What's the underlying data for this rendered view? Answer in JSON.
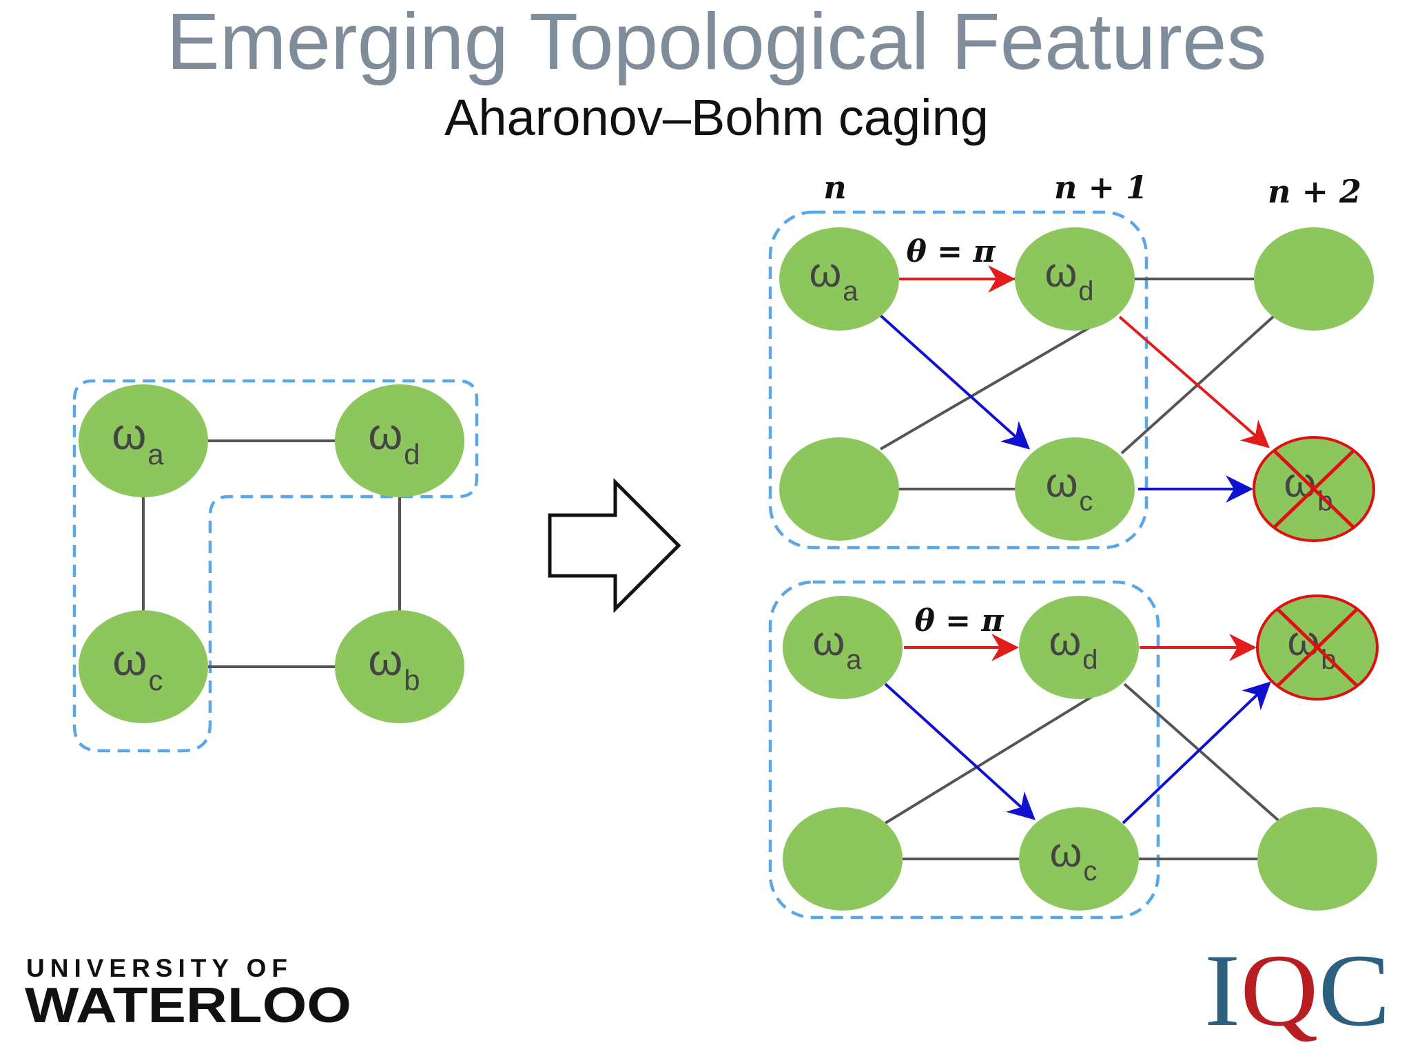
{
  "slide": {
    "title": "Emerging Topological Features",
    "subtitle": "Aharonov–Bohm caging"
  },
  "colors": {
    "title": "#7f8c99",
    "node_fill": "#8cc65d",
    "edge": "#555555",
    "dashed": "#5aa6e6",
    "red_arrow": "#e21b1b",
    "blue_arrow": "#1010d0",
    "cross": "#dd1111",
    "iqc": "#2d5f7f",
    "iqc_q": "#b81d22"
  },
  "plaquette": {
    "nodes": [
      {
        "sym": "ω",
        "sub": "a"
      },
      {
        "sym": "ω",
        "sub": "d"
      },
      {
        "sym": "ω",
        "sub": "c"
      },
      {
        "sym": "ω",
        "sub": "b"
      }
    ]
  },
  "arrow_icon": "hollow-right-arrow-icon",
  "chain": {
    "column_labels": [
      "n",
      "n + 1",
      "n + 2"
    ],
    "top": {
      "phase_label": "θ = π",
      "labels": {
        "a": "a",
        "d": "d",
        "c": "c",
        "b": "b"
      }
    },
    "bottom": {
      "phase_label": "θ = π",
      "labels": {
        "a": "a",
        "d": "d",
        "c": "c",
        "b": "b"
      }
    }
  },
  "logos": {
    "waterloo_line1": "UNIVERSITY OF",
    "waterloo_line2": "WATERLOO",
    "iqc": [
      "I",
      "Q",
      "C"
    ]
  }
}
